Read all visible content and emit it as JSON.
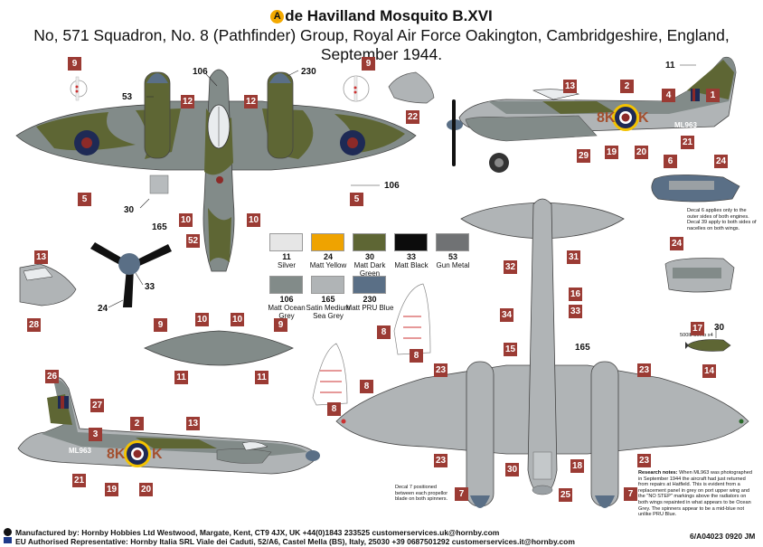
{
  "header": {
    "brand_badge": "A",
    "title": "de Havilland Mosquito B.XVI",
    "subtitle": "No, 571 Squadron, No. 8 (Pathfinder) Group, Royal Air Force Oakington, Cambridgeshire, England, September 1944."
  },
  "callouts": {
    "c9_left": "9",
    "c9_right": "9",
    "c53": "53",
    "c106_top": "106",
    "c230": "230",
    "c12_left": "12",
    "c12_right": "12",
    "c22": "22",
    "c5_left": "5",
    "c5_right": "5",
    "c30": "30",
    "c165": "165",
    "c10_left": "10",
    "c10_right": "10",
    "c52": "52",
    "c106_wing": "106",
    "c13_side": "13",
    "c2_side": "2",
    "c11_side": "11",
    "c4": "4",
    "c1": "1",
    "c21_side": "21",
    "c19_side": "19",
    "c20_side": "20",
    "c29": "29",
    "c6": "6",
    "c24_a": "24",
    "c24_b": "24",
    "c13_nose": "13",
    "c28": "28",
    "c33": "33",
    "c24_prop": "24",
    "c9_bl": "9",
    "c10_bl": "10",
    "c10_br": "10",
    "c9_br": "9",
    "c11_bl": "11",
    "c11_br": "11",
    "c26": "26",
    "c27": "27",
    "c3": "3",
    "c2_low": "2",
    "c13_low": "13",
    "c21_low": "21",
    "c19_low": "19",
    "c20_low": "20",
    "c8_a": "8",
    "c8_b": "8",
    "c8_c": "8",
    "c8_d": "8",
    "c32": "32",
    "c31": "31",
    "c16": "16",
    "c33_under": "33",
    "c34": "34",
    "c15": "15",
    "c165_under": "165",
    "c23_a": "23",
    "c23_b": "23",
    "c23_c": "23",
    "c23_d": "23",
    "c7_l": "7",
    "c7_r": "7",
    "c30_under": "30",
    "c18": "18",
    "c25": "25",
    "c17": "17",
    "c30_bomb": "30",
    "c14": "14"
  },
  "markings": {
    "serial": "ML963",
    "code_letters": "8K",
    "individual_letter": "K"
  },
  "paints": [
    {
      "code": "11",
      "name": "Silver",
      "color": "#e6e6e6"
    },
    {
      "code": "24",
      "name": "Matt Yellow",
      "color": "#efa300"
    },
    {
      "code": "30",
      "name": "Matt Dark Green",
      "color": "#5e6634"
    },
    {
      "code": "33",
      "name": "Matt Black",
      "color": "#0c0c0c"
    },
    {
      "code": "53",
      "name": "Gun Metal",
      "color": "#707274"
    },
    {
      "code": "106",
      "name": "Matt Ocean Grey",
      "color": "#828b89"
    },
    {
      "code": "165",
      "name": "Satin Medium Sea Grey",
      "color": "#b0b4b6"
    },
    {
      "code": "230",
      "name": "Matt PRU Blue",
      "color": "#5a6f86"
    }
  ],
  "notes": {
    "decal6": "Decal 6 applies only to the outer sides of both engines. Decal 39 apply to both sides of nacelles on both wings.",
    "bomb": "500lb bomb x4",
    "decal7": "Decal 7 positioned between each propellor blade on both spinners.",
    "research_title": "Research notes:",
    "research": "When ML963 was photographed in September 1944 the aircraft had just returned from repairs at Hatfield. This is evident from a replacement panel in grey on port upper wing and the \"NO STEP\" markings above the radiators on both wings repainted in what appears to be Ocean Grey. The spinners appear to be a mid-blue not unlike PRU Blue."
  },
  "footer": {
    "line1": "Manufactured by: Hornby Hobbies Ltd Westwood, Margate, Kent, CT9 4JX, UK +44(0)1843 233525 customerservices.uk@hornby.com",
    "line2": "EU Authorised Representative: Hornby Italia SRL Viale dei Caduti, 52/A6, Castel Mella (BS), Italy, 25030 +39 0687501292 customerservices.it@hornby.com",
    "code": "6/A04023 0920 JM"
  },
  "colors": {
    "callout": "#9b3b34",
    "camo_green": "#5e6634",
    "camo_grey": "#828b89",
    "under_grey": "#b0b4b6",
    "spinner_blue": "#5a6f86",
    "roundel_blue": "#1e2a55",
    "roundel_red": "#8c2a28",
    "code_red": "#a3502f"
  }
}
